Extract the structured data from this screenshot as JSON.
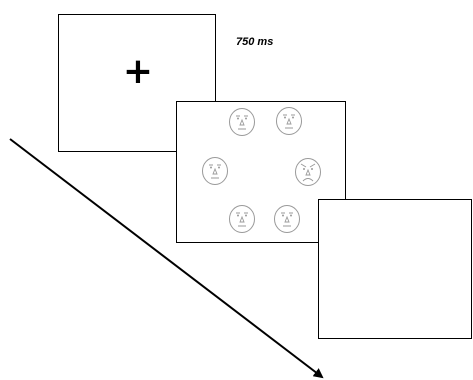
{
  "fixation": {
    "symbol": "+"
  },
  "duration": {
    "label": "750 ms"
  },
  "search_display": {
    "faces": [
      {
        "expression": "neutral"
      },
      {
        "expression": "neutral"
      },
      {
        "expression": "neutral"
      },
      {
        "expression": "angry"
      },
      {
        "expression": "neutral"
      },
      {
        "expression": "neutral"
      }
    ]
  },
  "colors": {
    "frame_border": "#000000",
    "face_stroke": "#9a9a9a",
    "arrow": "#000000"
  }
}
